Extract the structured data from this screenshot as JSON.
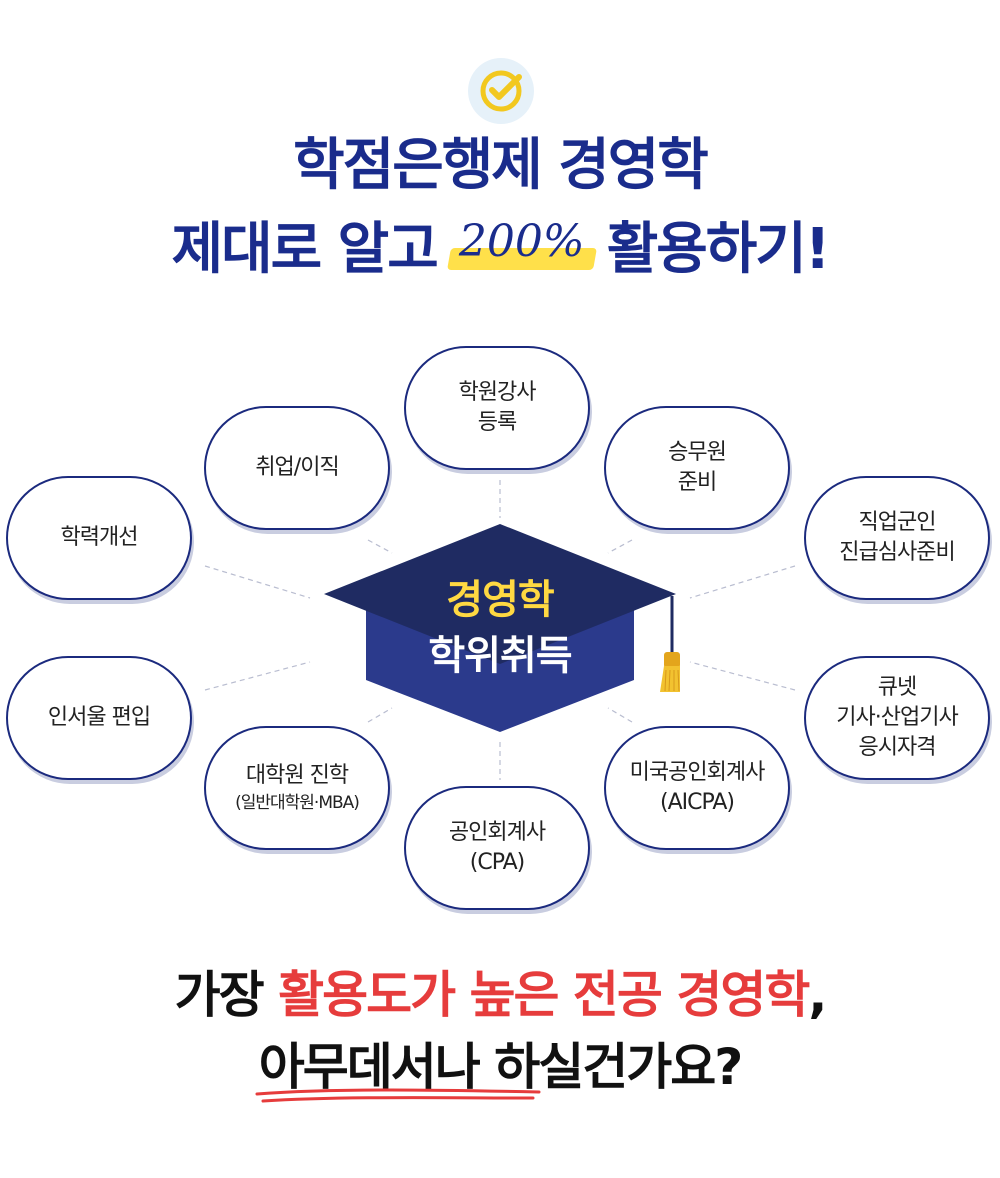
{
  "header": {
    "line1": "학점은행제 경영학",
    "line2_before": "제대로 알고",
    "line2_highlight": "200%",
    "line2_after": "활용하기!",
    "accent_color": "#1a2c8c",
    "highlight_color": "#ffe04a"
  },
  "center": {
    "line1": "경영학",
    "line2": "학위취득",
    "cap_color": "#25306e",
    "tassel_color": "#f2c230"
  },
  "bubbles": [
    {
      "lines": [
        "학원강사",
        "등록"
      ]
    },
    {
      "lines": [
        "취업/이직"
      ]
    },
    {
      "lines": [
        "승무원",
        "준비"
      ]
    },
    {
      "lines": [
        "학력개선"
      ]
    },
    {
      "lines": [
        "직업군인",
        "진급심사준비"
      ]
    },
    {
      "lines": [
        "인서울 편입"
      ]
    },
    {
      "lines": [
        "큐넷",
        "기사·산업기사",
        "응시자격"
      ]
    },
    {
      "lines": [
        "대학원 진학"
      ],
      "sub": "(일반대학원·MBA)"
    },
    {
      "lines": [
        "미국공인회계사",
        "(AICPA)"
      ]
    },
    {
      "lines": [
        "공인회계사",
        "(CPA)"
      ]
    }
  ],
  "footer": {
    "line1_before": "가장",
    "line1_red": "활용도가 높은 전공 경영학",
    "line1_after": ",",
    "line2_underlined": "아무데서나",
    "line2_after": "하실건가요?",
    "red_color": "#e63c3c"
  },
  "icons": {
    "badge": "check-circle-icon"
  }
}
